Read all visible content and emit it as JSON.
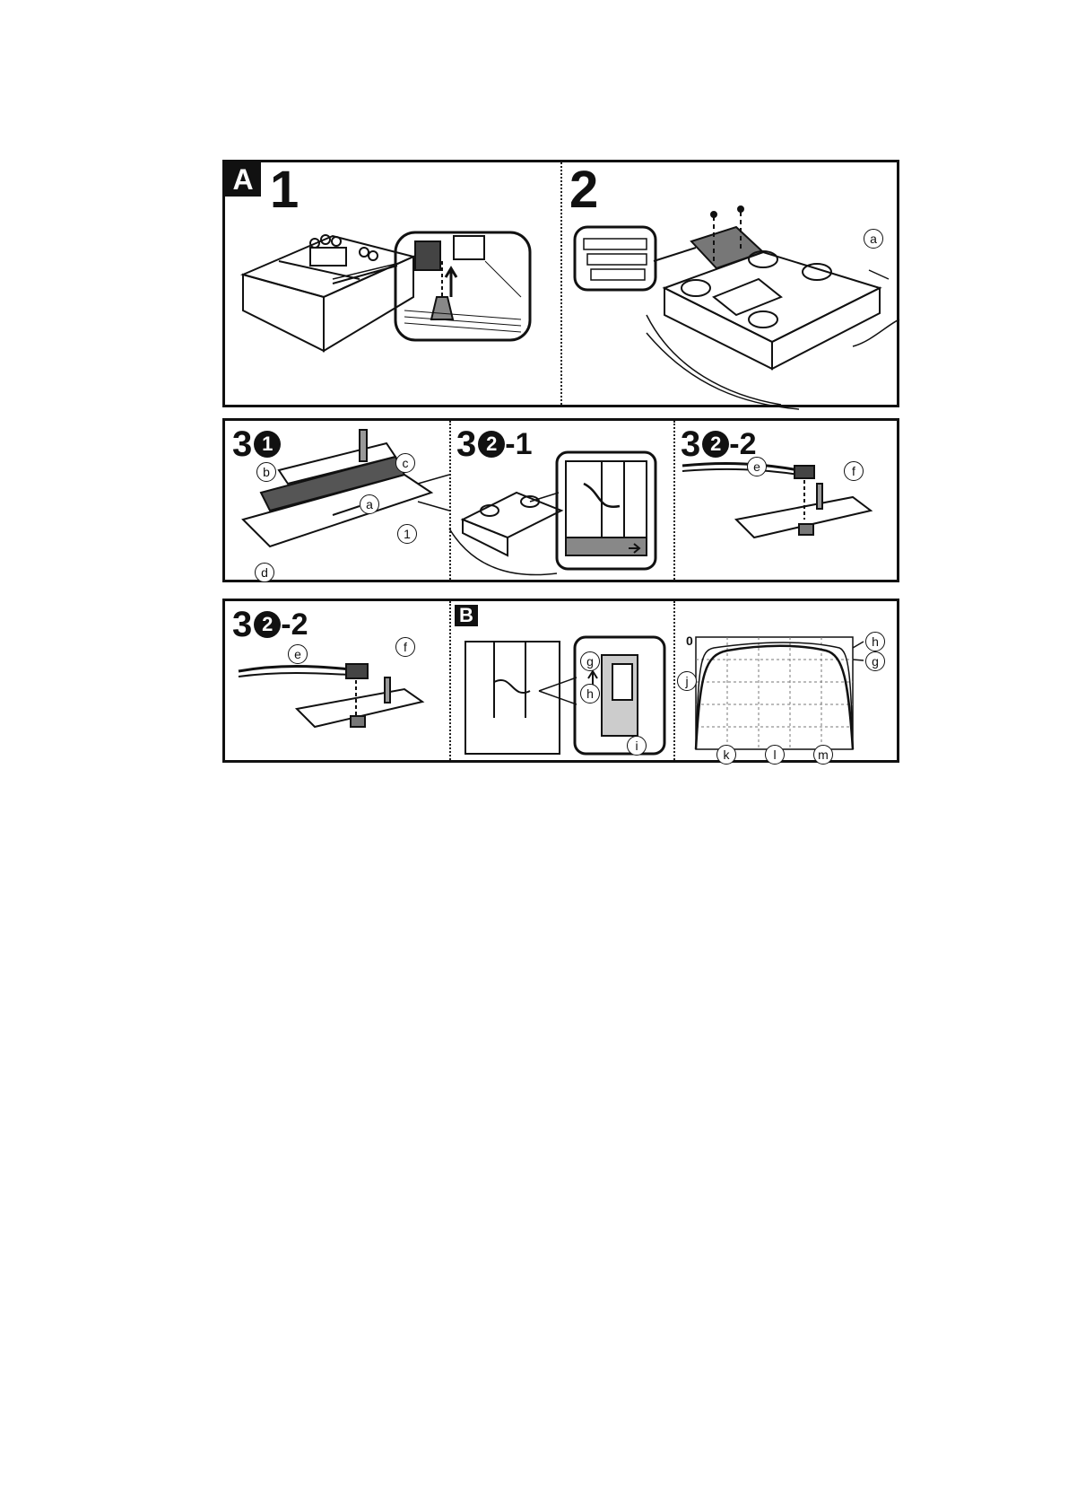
{
  "section_a": {
    "badge": "A",
    "step1": "1",
    "step2": "2",
    "callout_a": "a"
  },
  "section_3": {
    "step_label": "3",
    "sub1_marker": "1",
    "sub2_marker": "2",
    "suffix1": "-1",
    "suffix2": "-2",
    "callouts": {
      "b": "b",
      "c": "c",
      "d": "d",
      "a": "a",
      "one": "1",
      "e": "e",
      "f": "f"
    }
  },
  "section_b_row": {
    "step_label": "3",
    "sub_marker": "2",
    "suffix": "-2",
    "badge": "B",
    "callouts": {
      "e": "e",
      "f": "f",
      "g": "g",
      "h": "h",
      "i": "i",
      "j": "j",
      "k": "k",
      "l": "l",
      "m": "m"
    },
    "graph_zero": "0"
  }
}
